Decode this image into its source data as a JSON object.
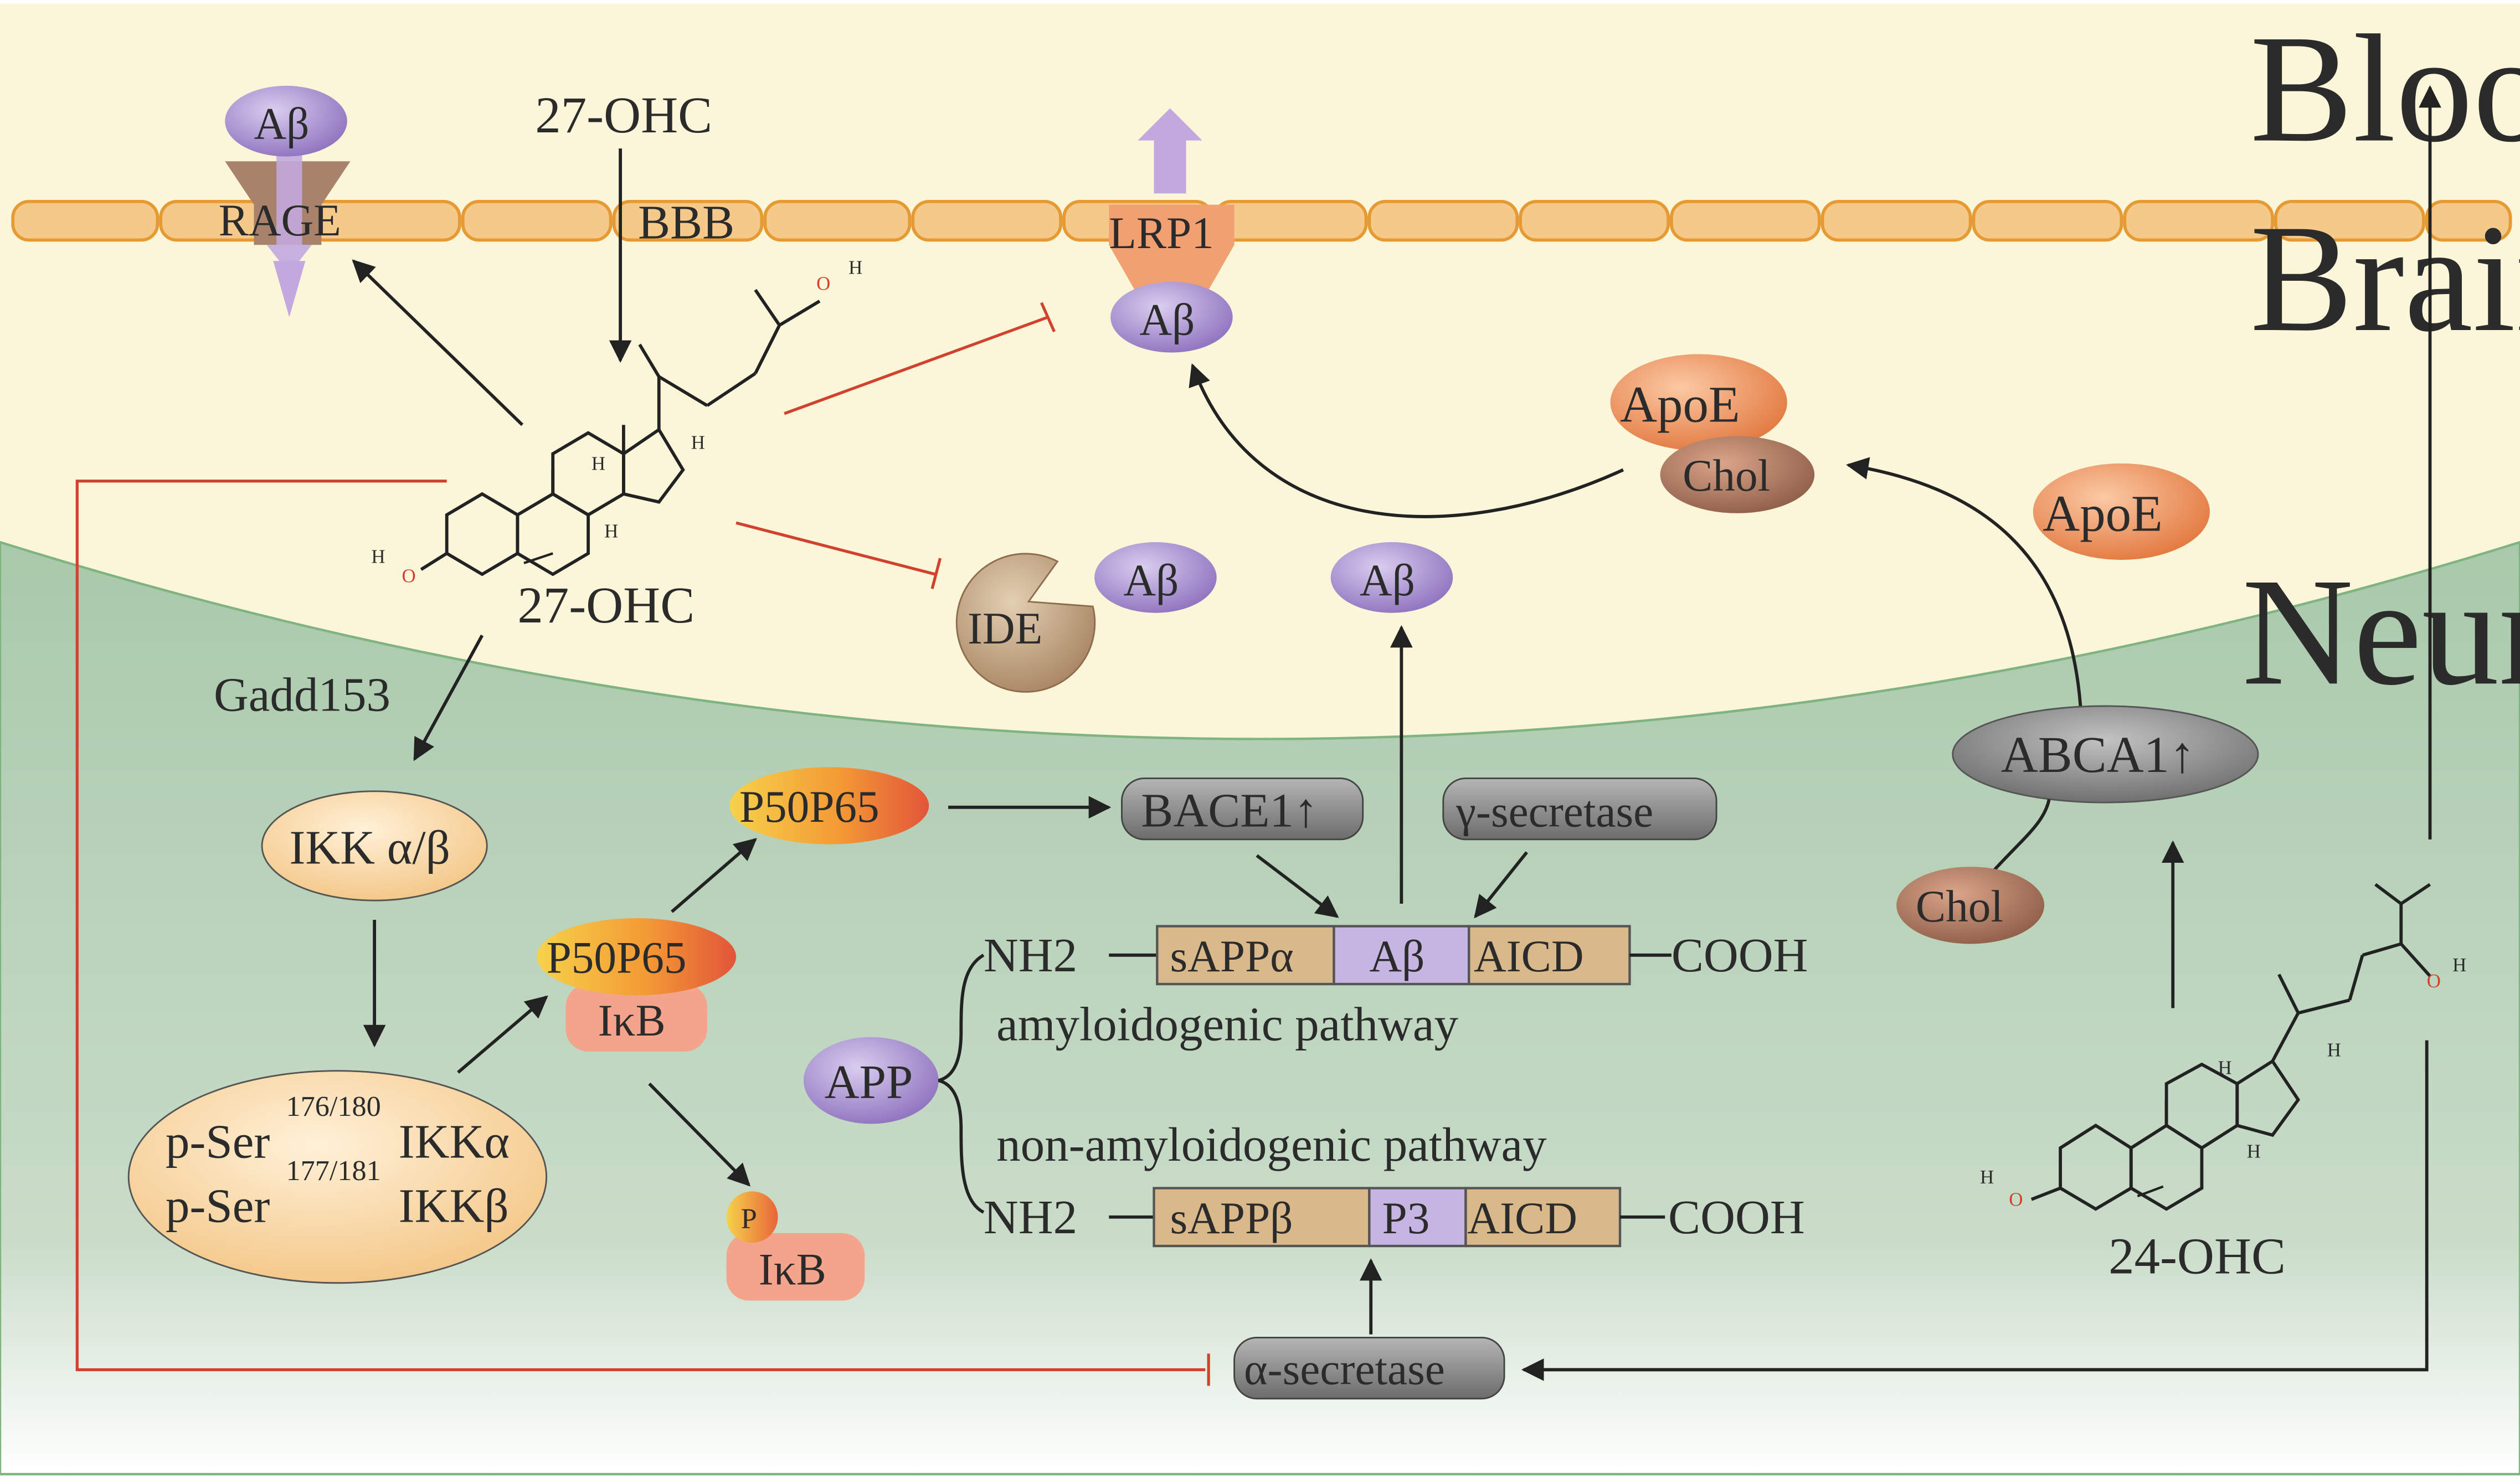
{
  "regions": {
    "blood": "Blood",
    "brain": "Brain",
    "neuron": "Neuron",
    "bbb": "BBB"
  },
  "labels": {
    "ohc27_top": "27-OHC",
    "ohc27_mid": "27-OHC",
    "ohc24": "24-OHC",
    "gadd153": "Gadd153",
    "ikk": "IKK α/β",
    "pser_line1": "p-Ser",
    "pser_sup": "176/180",
    "pser_sub": "177/181",
    "pser_line2": "p-Ser",
    "ikka": "IKKα",
    "ikkb": "IKKβ",
    "p50p65_a": "P50P65",
    "p50p65_b": "P50P65",
    "ikb_a": "IκB",
    "ikb_b": "IκB",
    "p_tag": "P",
    "bace1": "BACE1↑",
    "gamma_secretase": "γ-secretase",
    "alpha_secretase": "α-secretase",
    "abca1": "ABCA1↑",
    "apoe_a": "ApoE",
    "apoe_b": "ApoE",
    "chol_a": "Chol",
    "chol_b": "Chol",
    "ab_top": "Aβ",
    "ab_lrp1": "Aβ",
    "ab_ide": "Aβ",
    "ab_center": "Aβ",
    "rage": "RAGE",
    "lrp1": "LRP1",
    "ide": "IDE",
    "app": "APP",
    "amyloidogenic": "amyloidogenic pathway",
    "non_amyloidogenic": "non-amyloidogenic pathway",
    "nh2_a": "NH2",
    "nh2_b": "NH2",
    "cooh_a": "COOH",
    "cooh_b": "COOH",
    "row1": [
      "sAPPα",
      "Aβ",
      "AICD"
    ],
    "row2": [
      "sAPPβ",
      "P3",
      "AICD"
    ],
    "atom_h": "H",
    "atom_o": "O"
  },
  "colors": {
    "brain_bg": "#fbf6d9",
    "neuron_bg": "#b8d3b9",
    "membrane": "#f2c27a",
    "membrane_stroke": "#e59a33",
    "abeta": "#9f87c9",
    "inhibit": "#d2412d",
    "apoe": "#ea8a52",
    "chol": "#a0705a",
    "secretase": "#7b7b7b",
    "peach": "#f9d7a2",
    "box_tan": "#d9b98a",
    "box_purple": "#c6b4e3"
  }
}
